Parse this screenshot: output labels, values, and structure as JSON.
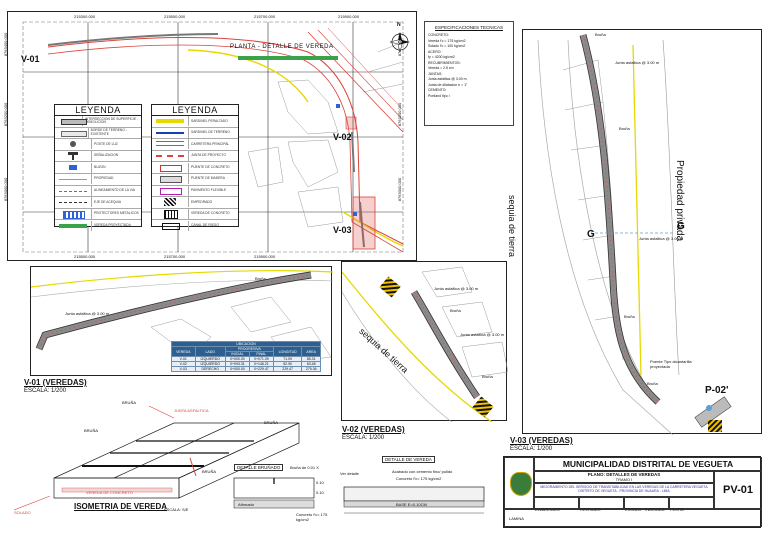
{
  "plan": {
    "plan_label": "PLANTA - DETALLE DE VEREDA",
    "vereda_markers": [
      "V-01",
      "V-02",
      "V-03"
    ],
    "grid_coords_top": [
      "215300.000",
      "215500.000",
      "215700.000",
      "215900.000"
    ],
    "grid_coords_bottom": [
      "215500.000",
      "215700.000",
      "215900.000"
    ],
    "grid_coords_left": [
      "8763400.000",
      "8763200.000",
      "8763000.000"
    ],
    "grid_coords_right": [
      "8763400.000",
      "8763200.000",
      "8763000.000"
    ]
  },
  "legend_1": {
    "title": "LEYENDA",
    "items": [
      "INTERSECCION DE SUPERFICIE - DEMOLICION",
      "BORDE DE TERRENO - EXISTENTE",
      "POSTE DE LUZ",
      "SEÑALIZACION",
      "BUZON",
      "PROPIEDAD",
      "ALINEAMIENTO DE LA VIA",
      "EJE DE ACEQUIA",
      "PROTECTORES METALICOS",
      "VEREDA PROYECTADA"
    ]
  },
  "legend_2": {
    "title": "LEYENDA",
    "items": [
      "SARDINEL PERALTADO",
      "SARDINEL DE TERRENO",
      "CARRETERA PRINCIPAL",
      "JUNTA DE PROYECTO",
      "PUENTE DE CONCRETO",
      "PUENTE DE MADERA",
      "PAVIMENTO FLEXIBLE",
      "EMPEDRADO",
      "VEREDA DE CONCRETO",
      "CANAL DE RIEGO"
    ]
  },
  "specs": {
    "title": "ESPECIFICACIONES TECNICAS",
    "lines": [
      "CONCRETO:",
      "Vereda f'c = 175 kg/cm2",
      "Solado f'c = 100 kg/cm2",
      "ACERO:",
      "fy = 4200 kg/cm2",
      "RECUBRIMIENTOS:",
      "Vereda = 2.5 cm",
      "JUNTAS:",
      "Junta asfaltica @ 3.00 m",
      "Junta de dilatacion e = 1\"",
      "CEMENTO:",
      "Portland tipo I"
    ]
  },
  "compass": {
    "letter": "N"
  },
  "v01": {
    "label": "V-01 (VEREDAS)",
    "scale": "ESCALA: 1/200",
    "junta": "Junta asfaltica @ 3.00 m",
    "bruna": "Bruña",
    "table": {
      "caption": "UBICACION",
      "headers": [
        "VEREDA",
        "LADO",
        "PROGRESIVA",
        "",
        "LONGITUD",
        "AREA"
      ],
      "subheaders": [
        "INICIAL",
        "FINAL"
      ],
      "rows": [
        [
          "V-01",
          "IZQUIERDO",
          "0+000.00",
          "0+071.09",
          "71.09",
          "85.31"
        ],
        [
          "V-02",
          "IZQUIERDO",
          "0+093.31",
          "0+146.21",
          "52.90",
          "63.48"
        ],
        [
          "V-03",
          "DERECHO",
          "0+000.00",
          "0+229.47",
          "229.47",
          "275.36"
        ]
      ]
    }
  },
  "v02": {
    "label": "V-02 (VEREDAS)",
    "scale": "ESCALA: 1/200",
    "junta1": "Junta asfaltica @ 3.00 m",
    "junta2": "Junta asfaltica @ 3.00 m",
    "bruna1": "Bruña",
    "bruna2": "Bruña",
    "sequia": "sequia de tierra"
  },
  "v03": {
    "label": "V-03 (VEREDAS)",
    "scale": "ESCALA: 1/200",
    "bruna": "Bruña",
    "junta1": "Junta asfaltica @ 3.00 m",
    "junta2": "Junta asfaltica @ 3.00 m",
    "bruna2": "Bruña",
    "bruna3": "Bruña",
    "bruna4": "Bruña",
    "sequia": "sequia de tierra",
    "propiedad": "Propiedad privada",
    "g_left": "G",
    "g_right": "G",
    "puente": "Puente Tipo alcantarilla proyectada",
    "p02": "P-02'"
  },
  "isometria": {
    "title": "ISOMETRIA DE VEREDA",
    "subtitle": "ESCALA: S/E",
    "labels": [
      "BRUÑA",
      "JUNTA ASFALTICA",
      "BRUÑA",
      "BRUÑA",
      "BRUÑA",
      "VEREDA DE CONCRETO",
      "SOLADO"
    ]
  },
  "det_bruna": {
    "title": "DETALLE BRUÑADO",
    "note": "Bruña de 0.01 X",
    "dims": [
      "0.10",
      "0.10"
    ],
    "concrete": "Concreto f'c= 175 kg/cm2",
    "label": "Afirmado"
  },
  "det_vereda": {
    "title": "DETALLE DE VEREDA",
    "note1": "Acabado con cemento fino/ pulido",
    "note2": "Concreto f'c= 175 kg/cm2",
    "note3": "Ver detalle",
    "base": "BASE E=0.10CM"
  },
  "title_block": {
    "municipality": "MUNICIPALIDAD DISTRITAL DE VEGUETA",
    "plan": "PLANO: DETALLES DE VEREDAS",
    "tramo": "TRAMO I",
    "project": "MEJORAMIENTO DEL SERVICIO DE TRANSITABILIDAD EN LAS VEREDAS DE LA CARRETERA VEGUETA DISTRITO DE VEGUETA - PROVINCIA DE HUAURA - LIMA",
    "code": "PV-01",
    "field_labels": [
      "ELABORADO",
      "REVISADO",
      "ESCALA",
      "FECHA",
      "LAMINA"
    ],
    "field_values": [
      "",
      "",
      "INDICADA",
      "",
      ""
    ]
  },
  "colors": {
    "road_red": "#d9443b",
    "sidewalk": "#777777",
    "canal": "#e6d800",
    "property": "#9a9a9a",
    "table_head": "#2e5f8f"
  }
}
